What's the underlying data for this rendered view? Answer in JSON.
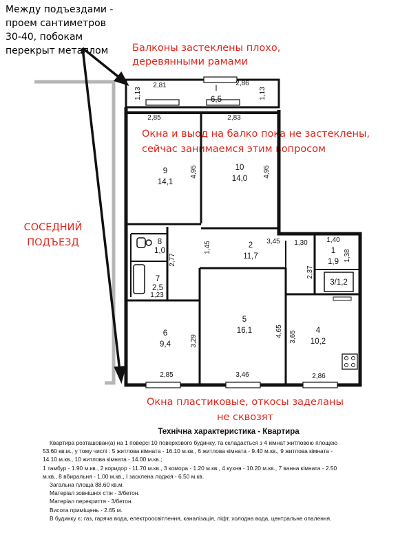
{
  "notes": {
    "between_entrances": "Между подъездами - проем сантиметров 30-40, побокам перекрыт металлом",
    "balconies": "Балконы застеклены плохо, деревянными рамами",
    "windows_balcony": "Окна и выод на балко пока не застеклены, сейчас занимаемся этим вопросом",
    "neighbor": "СОСЕДНИЙ ПОДЪЕЗД",
    "plastic_windows": "Окна пластиковые, откосы заделаны не сквозят"
  },
  "rooms": [
    {
      "id": "I",
      "area": "6,5"
    },
    {
      "id": "9",
      "area": "14,1"
    },
    {
      "id": "10",
      "area": "14,0"
    },
    {
      "id": "8",
      "area": "1,0"
    },
    {
      "id": "7",
      "area": "2,5"
    },
    {
      "id": "2",
      "area": "11,7"
    },
    {
      "id": "1",
      "area": "1,9"
    },
    {
      "id": "3",
      "area": "3/1,2"
    },
    {
      "id": "6",
      "area": "9,4"
    },
    {
      "id": "5",
      "area": "16,1"
    },
    {
      "id": "4",
      "area": "10,2"
    }
  ],
  "dimensions": {
    "balcony_left": "1,13",
    "balcony_w1": "2,81",
    "balcony_w2": "2,86",
    "balcony_right": "1,13",
    "top_left": "2,85",
    "top_mid": "2,83",
    "r9_h": "4,95",
    "r10_h": "4,95",
    "r8_h": "2,77",
    "r2_w": "1,45",
    "r2_right": "3,45",
    "r3_w": "1,30",
    "r1_w": "1,40",
    "r1_h": "1,38",
    "r3_h": "2,37",
    "r7_w": "1,23",
    "r6_h": "3,29",
    "r5_h": "4,65",
    "r4_h": "3,65",
    "bottom_left": "2,85",
    "bottom_mid": "3,46",
    "bottom_right": "2,86"
  },
  "tech": {
    "title": "Технічна характеристика - Квартира",
    "lines": [
      "Квартира розташован(а) на 1 поверсі 10 поверхового будинку, та складається з 4 кімнат житловою площею",
      "53.60 кв.м., у тому числі : 5 житлова кімната - 16.10 м.кв., 6 житлова кімната - 9.40 м.кв., 9 житлова кімната -",
      "14.10 м.кв., 10 житлова кімната - 14.00 м.кв.;",
      "1 тамбур - 1.90 м.кв., 2 коридор - 11.70 м.кв., 3 комора - 1.20 м.кв., 4 кухня - 10.20 м.кв., 7 ванна кімната - 2.50",
      "м.кв., 8 вбиральня - 1.00 м.кв., I засклена лоджія - 6.50 м.кв."
    ],
    "details": [
      "Загальна площа 88.60 кв.м.",
      "Матеріал зовнішніх стін - 3/бетон.",
      "Матеріал перекриття - 3/бетон.",
      "Висота приміщень - 2.65 м.",
      "В будинку є: газ, гаряча вода, електроосвітлення, каналізація, ліфт, холодна вода, центральне опалення."
    ]
  }
}
